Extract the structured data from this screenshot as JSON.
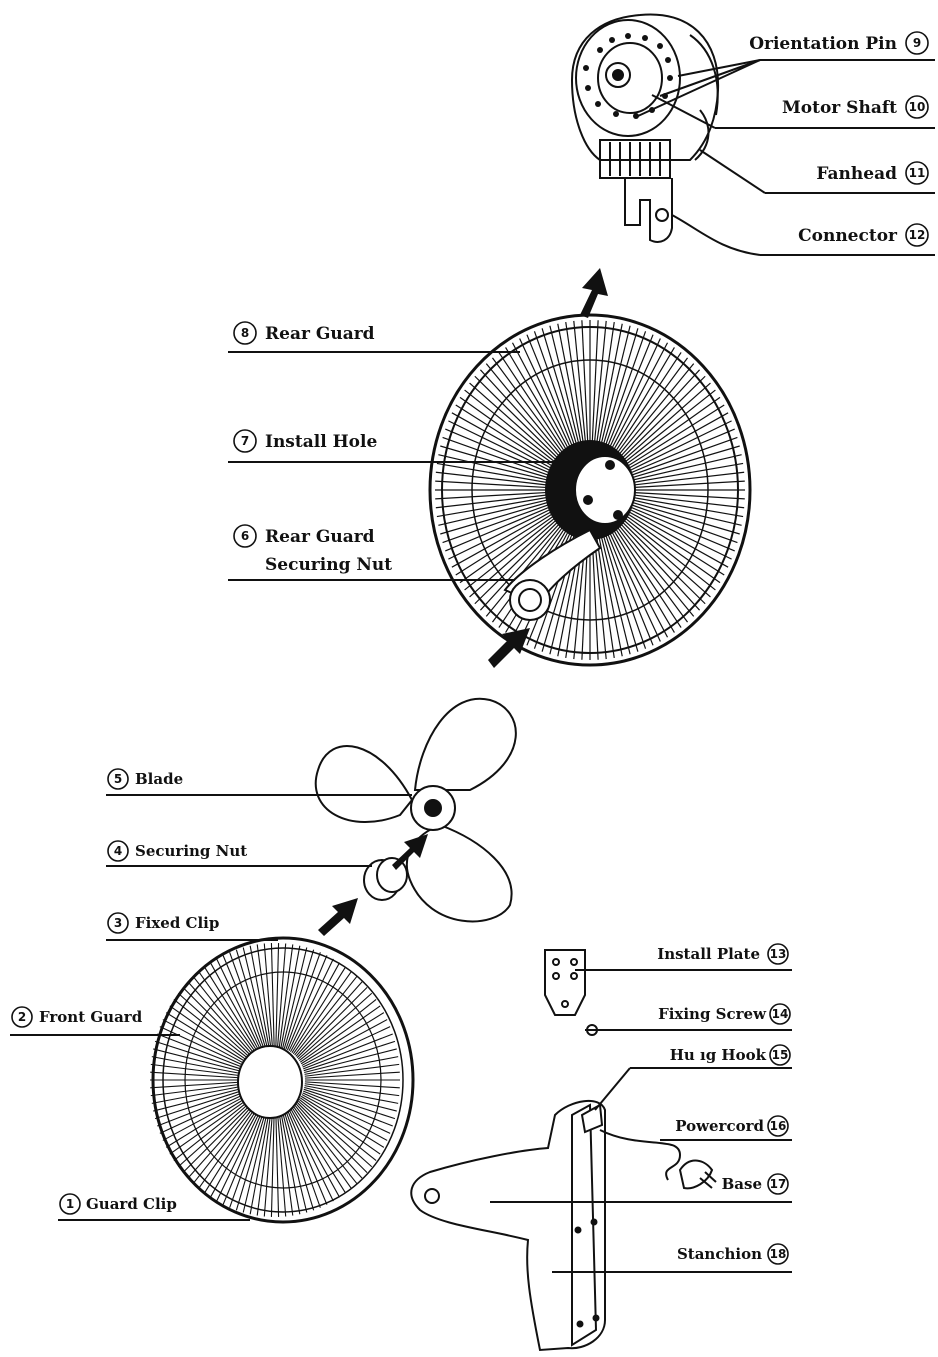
{
  "parts": {
    "p1": {
      "name": "Guard Clip",
      "num": "1"
    },
    "p2": {
      "name": "Front Guard",
      "num": "2"
    },
    "p3": {
      "name": "Fixed Clip",
      "num": "3"
    },
    "p4": {
      "name": "Securing Nut",
      "num": "4"
    },
    "p5": {
      "name": "Blade",
      "num": "5"
    },
    "p6a": {
      "name": "Rear Guard",
      "num": "6"
    },
    "p6b": {
      "name": "Securing Nut"
    },
    "p7": {
      "name": "Install Hole",
      "num": "7"
    },
    "p8": {
      "name": "Rear Guard",
      "num": "8"
    },
    "p9": {
      "name": "Orientation Pin",
      "num": "9"
    },
    "p10": {
      "name": "Motor Shaft",
      "num": "10"
    },
    "p11": {
      "name": "Fanhead",
      "num": "11"
    },
    "p12": {
      "name": "Connector",
      "num": "12"
    },
    "p13": {
      "name": "Install Plate",
      "num": "13"
    },
    "p14": {
      "name": "Fixing Screw",
      "num": "14"
    },
    "p15": {
      "name": "Hu ıg Hook",
      "num": "15"
    },
    "p16": {
      "name": "Powercord",
      "num": "16"
    },
    "p17": {
      "name": "Base",
      "num": "17"
    },
    "p18": {
      "name": "Stanchion",
      "num": "18"
    }
  }
}
